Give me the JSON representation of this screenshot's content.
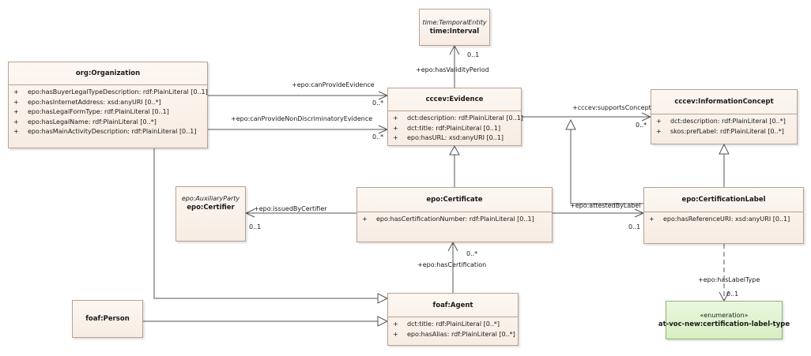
{
  "classes": {
    "interval": {
      "stereotype": "time:TemporalEntity",
      "name": "time:Interval"
    },
    "organization": {
      "name": "org:Organization",
      "attributes": [
        {
          "vis": "+",
          "text": "epo:hasBuyerLegalTypeDescription: rdf:PlainLiteral [0..1]"
        },
        {
          "vis": "+",
          "text": "epo:hasInternetAddress: xsd:anyURI [0..*]"
        },
        {
          "vis": "+",
          "text": "epo:hasLegalFormType: rdf:PlainLiteral [0..1]"
        },
        {
          "vis": "+",
          "text": "epo:hasLegalName: rdf:PlainLiteral [0..*]"
        },
        {
          "vis": "+",
          "text": "epo:hasMainActivityDescription: rdf:PlainLiteral [0..1]"
        }
      ]
    },
    "evidence": {
      "name": "cccev:Evidence",
      "attributes": [
        {
          "vis": "+",
          "text": "dct:description: rdf:PlainLiteral [0..1]"
        },
        {
          "vis": "+",
          "text": "dct:title: rdf:PlainLiteral [0..1]"
        },
        {
          "vis": "+",
          "text": "epo:hasURL: xsd:anyURI [0..1]"
        }
      ]
    },
    "information_concept": {
      "name": "cccev:InformationConcept",
      "attributes": [
        {
          "vis": "+",
          "text": "dct:description: rdf:PlainLiteral [0..*]"
        },
        {
          "vis": "+",
          "text": "skos:prefLabel: rdf:PlainLiteral [0..*]"
        }
      ]
    },
    "certifier": {
      "stereotype": "epo:AuxiliaryParty",
      "name": "epo:Certifier"
    },
    "certificate": {
      "name": "epo:Certificate",
      "attributes": [
        {
          "vis": "+",
          "text": "epo:hasCertificationNumber: rdf:PlainLiteral [0..1]"
        }
      ]
    },
    "certification_label": {
      "name": "epo:CertificationLabel",
      "attributes": [
        {
          "vis": "+",
          "text": "epo:hasReferenceURI: xsd:anyURI [0..1]"
        }
      ]
    },
    "person": {
      "name": "foaf:Person"
    },
    "agent": {
      "name": "foaf:Agent",
      "attributes": [
        {
          "vis": "+",
          "text": "dct:title: rdf:PlainLiteral [0..*]"
        },
        {
          "vis": "+",
          "text": "epo:hasAlias: rdf:PlainLiteral [0..*]"
        }
      ]
    },
    "label_type": {
      "stereotype": "«enumeration»",
      "name": "at-voc-new:certification-label-type"
    }
  },
  "relations": {
    "has_validity_period": {
      "label": "+epo:hasValidityPeriod",
      "mult": "0..1"
    },
    "can_provide_evidence": {
      "label": "+epo:canProvideEvidence",
      "mult": "0..*"
    },
    "can_provide_non_discriminatory_evidence": {
      "label": "+epo:canProvideNonDiscriminatoryEvidence",
      "mult": "0..*"
    },
    "supports_concept": {
      "label": "+cccev:supportsConcept",
      "mult": "0..*"
    },
    "issued_by_certifier": {
      "label": "+epo:issuedByCertifier",
      "mult": "0..1"
    },
    "attested_by_label": {
      "label": "+epo:attestedByLabel",
      "mult": "0..1"
    },
    "has_certification": {
      "label": "+epo:hasCertification",
      "mult": "0..*"
    },
    "has_label_type": {
      "label": "+epo:hasLabelType",
      "mult": "0..1"
    }
  }
}
